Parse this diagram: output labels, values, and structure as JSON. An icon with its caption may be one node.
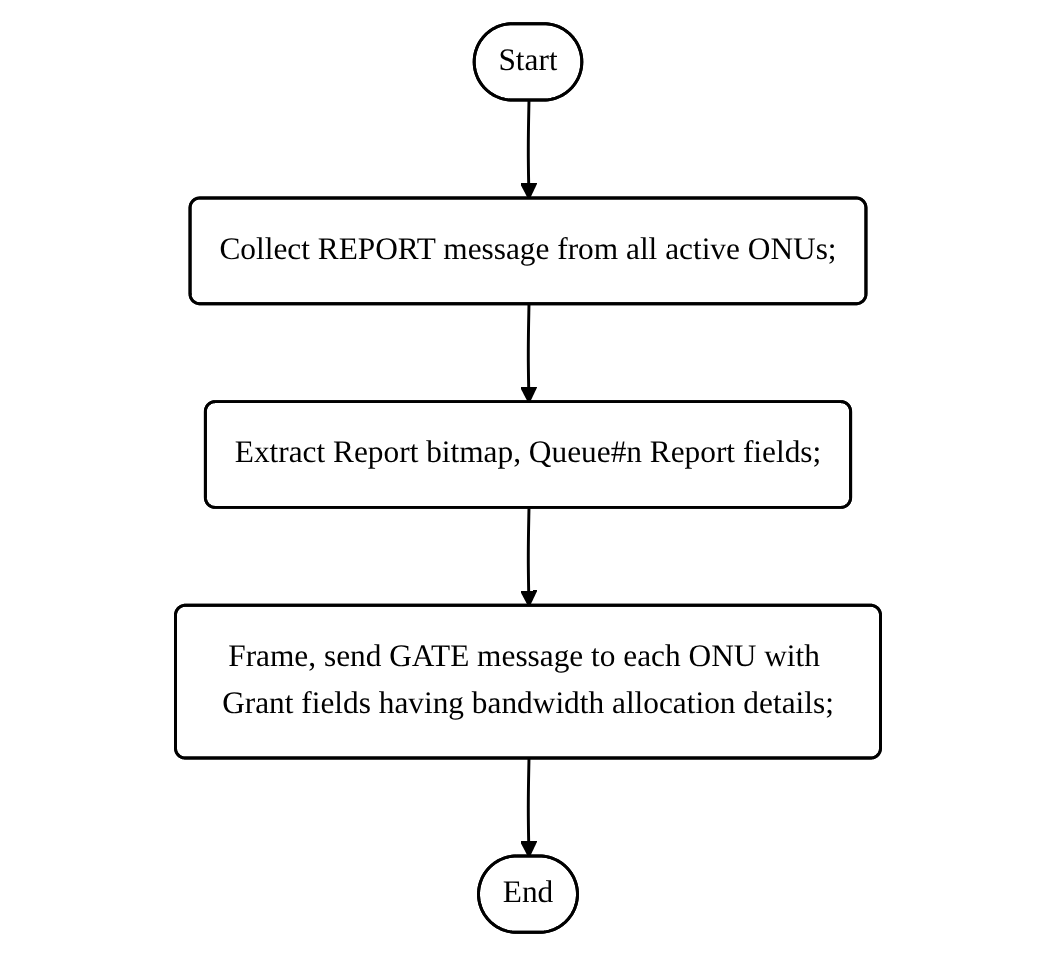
{
  "diagram": {
    "nodes": [
      {
        "text": [
          "Start"
        ]
      },
      {
        "text": [
          "Collect REPORT message from all active ONUs;"
        ]
      },
      {
        "text": [
          "Extract Report bitmap, Queue#n Report fields;"
        ]
      },
      {
        "text": [
          "Frame, send GATE message to each ONU with Grant fields having bandwidth allocation details;"
        ]
      },
      {
        "text": [
          "End"
        ]
      }
    ],
    "edges": [
      {
        "from": 0,
        "to": 1,
        "arrow": "to"
      },
      {
        "from": 1,
        "to": 2,
        "arrow": "to"
      },
      {
        "from": 2,
        "to": 3,
        "arrow": "to"
      },
      {
        "from": 3,
        "to": 4,
        "arrow": "to"
      }
    ]
  }
}
